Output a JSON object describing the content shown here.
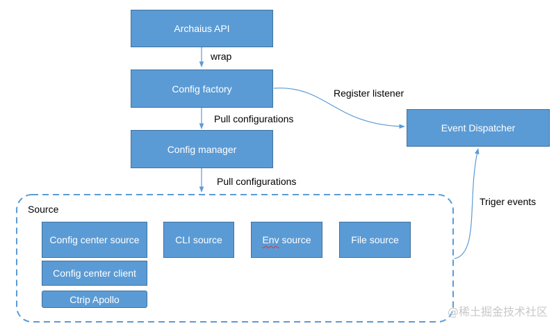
{
  "nodes": {
    "archaius_api": "Archaius API",
    "config_factory": "Config factory",
    "config_manager": "Config manager",
    "event_dispatcher": "Event Dispatcher",
    "config_center_source": "Config center source",
    "cli_source": "CLI source",
    "env_source_prefix": "",
    "env_source_word": "Env",
    "env_source_suffix": " source",
    "file_source": "File source",
    "config_center_client": "Config center client",
    "ctrip_apollo": "Ctrip Apollo"
  },
  "group": {
    "title": "Source"
  },
  "edges": {
    "wrap": "wrap",
    "pull_configurations_1": "Pull configurations",
    "pull_configurations_2": "Pull configurations",
    "register_listener": "Register listener",
    "triger_events": "Triger events"
  },
  "watermark": "@稀土掘金技术社区",
  "colors": {
    "box_fill": "#5b9bd5",
    "box_border": "#41719c",
    "line": "#5b9bd5",
    "dashed_border": "#5b9bd5"
  }
}
